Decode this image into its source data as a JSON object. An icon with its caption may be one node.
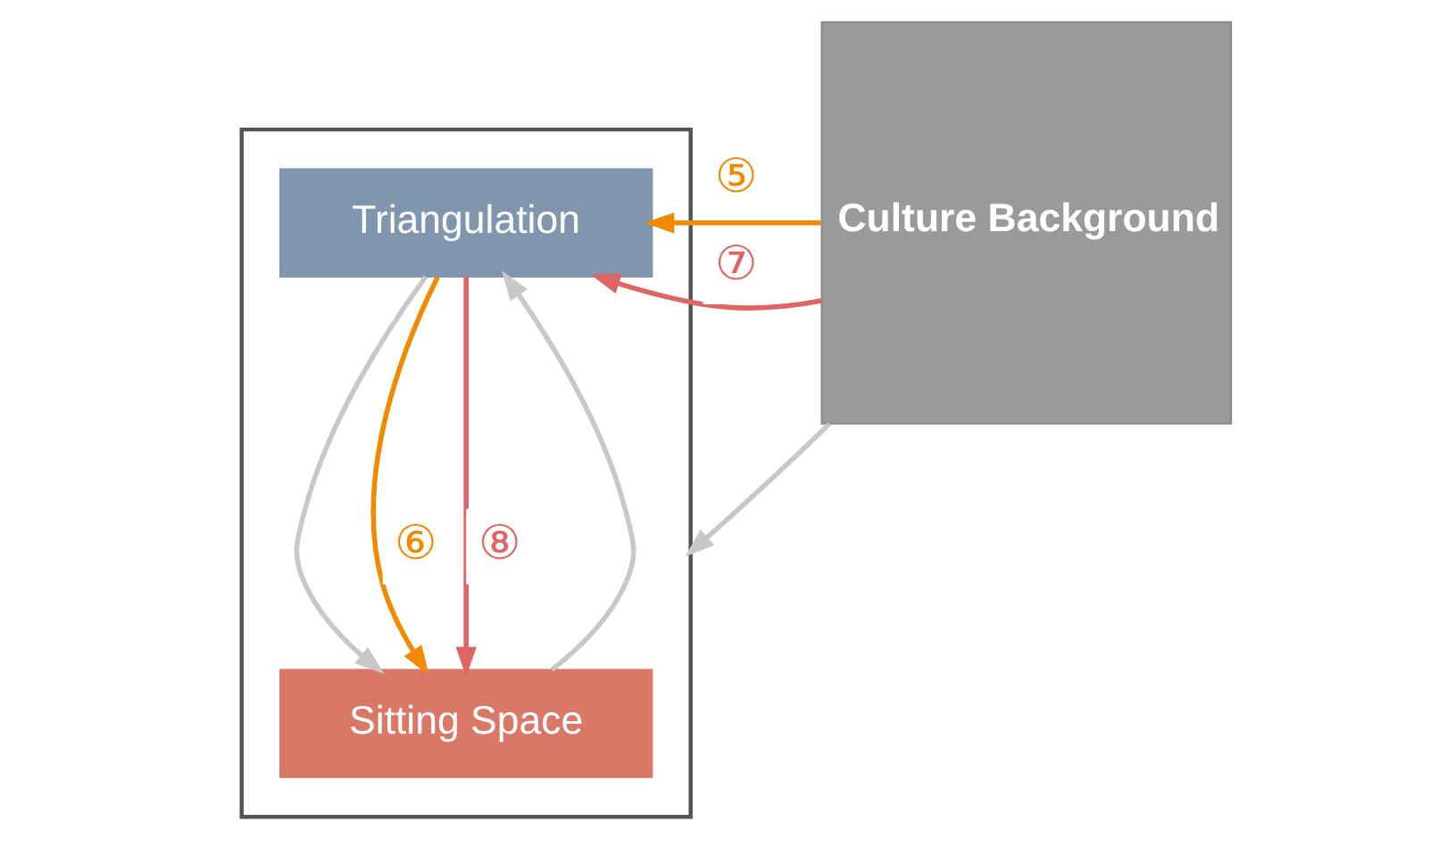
{
  "diagram": {
    "nodes": [
      {
        "text": [],
        "shape": "box"
      },
      {
        "text": [
          "Triangulation"
        ],
        "in": 0
      },
      {
        "text": [
          "Sitting Space"
        ],
        "in": 0
      },
      {
        "text": [
          "Culture Background"
        ]
      }
    ],
    "edges": [
      {
        "from": 3,
        "to": 1,
        "arrow": "to",
        "label": "⑤",
        "color": "#f28a00"
      },
      {
        "from": 3,
        "to": 1,
        "arrow": "to",
        "label": "⑦",
        "color": "#e06464"
      },
      {
        "from": 2,
        "to": 1,
        "arrow": "to"
      },
      {
        "from": 1,
        "to": 2,
        "arrow": "to"
      },
      {
        "from": 1,
        "to": 2,
        "arrow": "to",
        "label": "⑥",
        "color": "#f28a00"
      },
      {
        "from": 1,
        "to": 2,
        "arrow": "to",
        "label": "⑧",
        "color": "#e06464"
      },
      {
        "from": 3,
        "to": 0,
        "arrow": "to"
      }
    ]
  }
}
